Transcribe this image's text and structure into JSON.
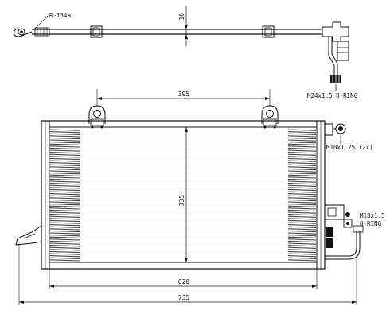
{
  "diagram": {
    "refrigerant_label": "R-134a",
    "fittings": {
      "top_connector": "M24x1.5 O-RING",
      "side_fitting_upper": "M10x1.25 (2x)",
      "side_fitting_lower_line1": "M18x1.5",
      "side_fitting_lower_line2": "O-RING"
    },
    "dimensions": {
      "pipe_thickness": "16",
      "mount_spacing": "395",
      "core_height": "335",
      "core_width": "620",
      "overall_width": "735"
    }
  },
  "colors": {
    "line": "#111111",
    "fin": "#444444",
    "background": "#ffffff"
  }
}
